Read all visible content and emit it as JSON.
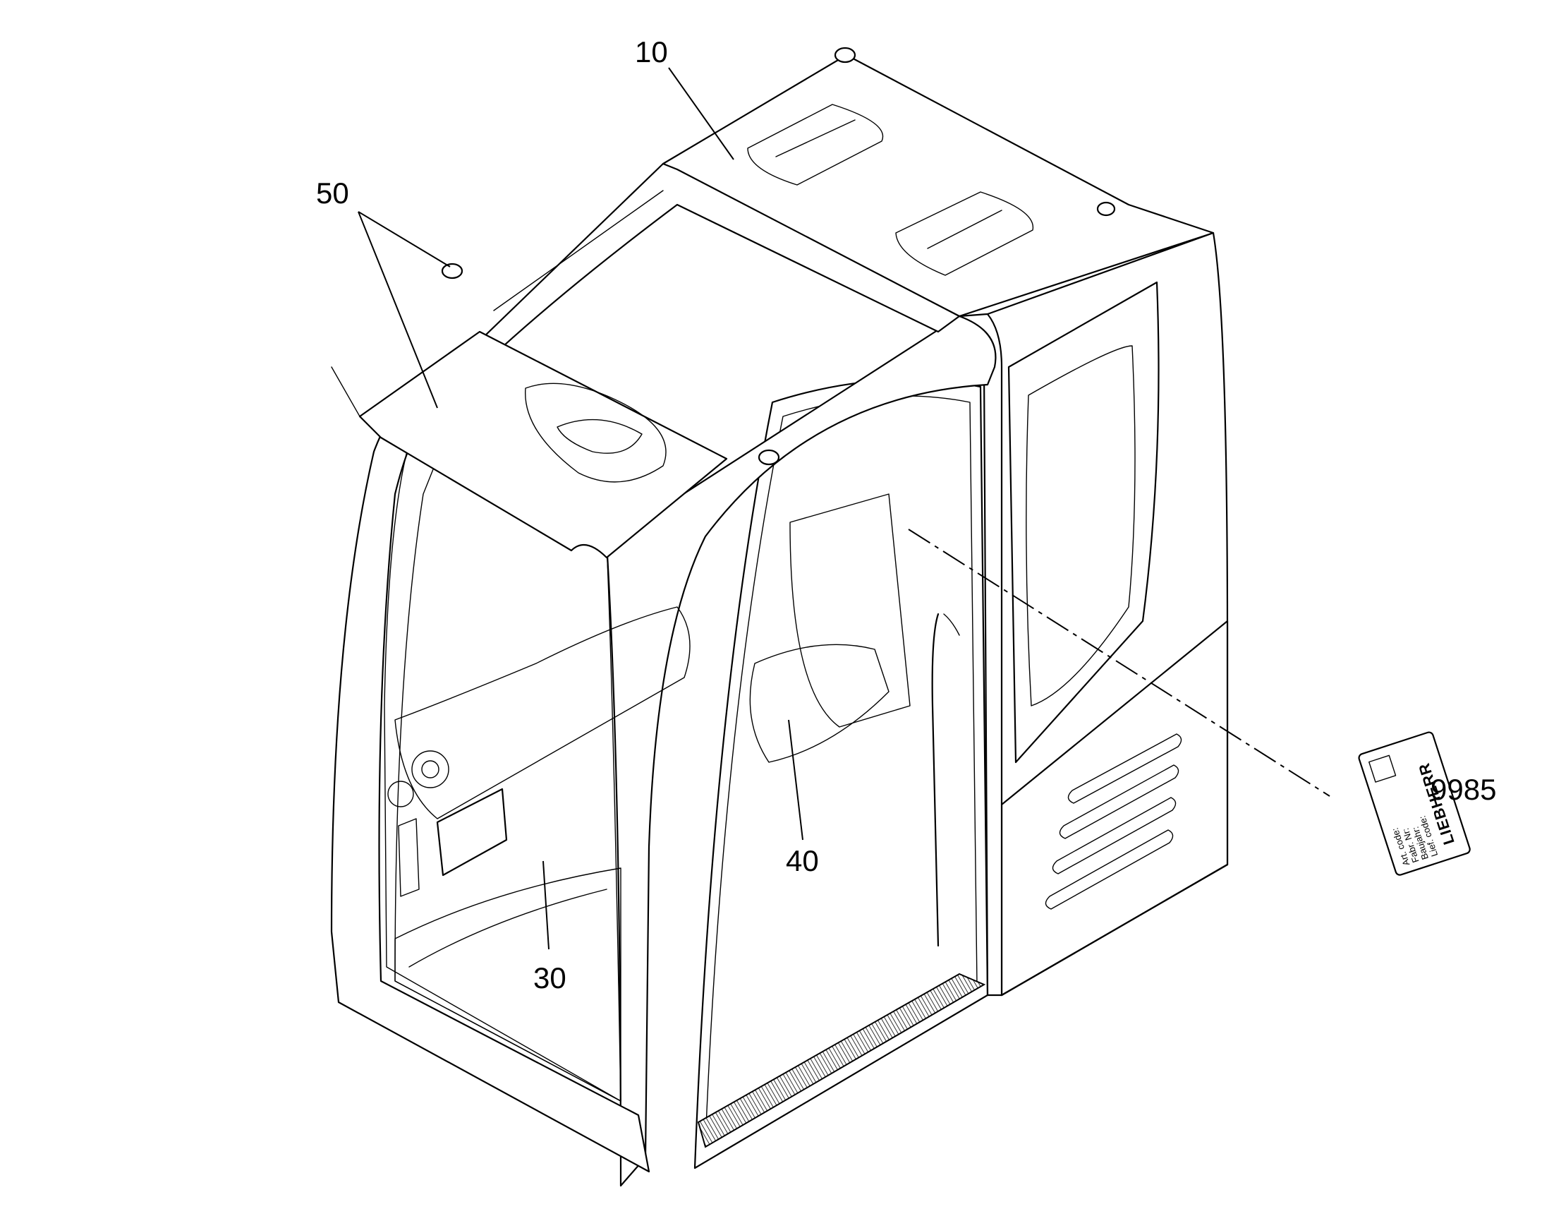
{
  "callouts": [
    {
      "id": "cab",
      "label": "10"
    },
    {
      "id": "floor-mat",
      "label": "30"
    },
    {
      "id": "door-seal",
      "label": "40"
    },
    {
      "id": "sun-visor",
      "label": "50"
    },
    {
      "id": "type-plate",
      "label": "9985"
    }
  ],
  "type_plate": {
    "logo": "LIEBHERR",
    "fields": [
      "Art. code:",
      "Fabr. Nr:",
      "Baujahr:",
      "Lief. code:"
    ]
  }
}
